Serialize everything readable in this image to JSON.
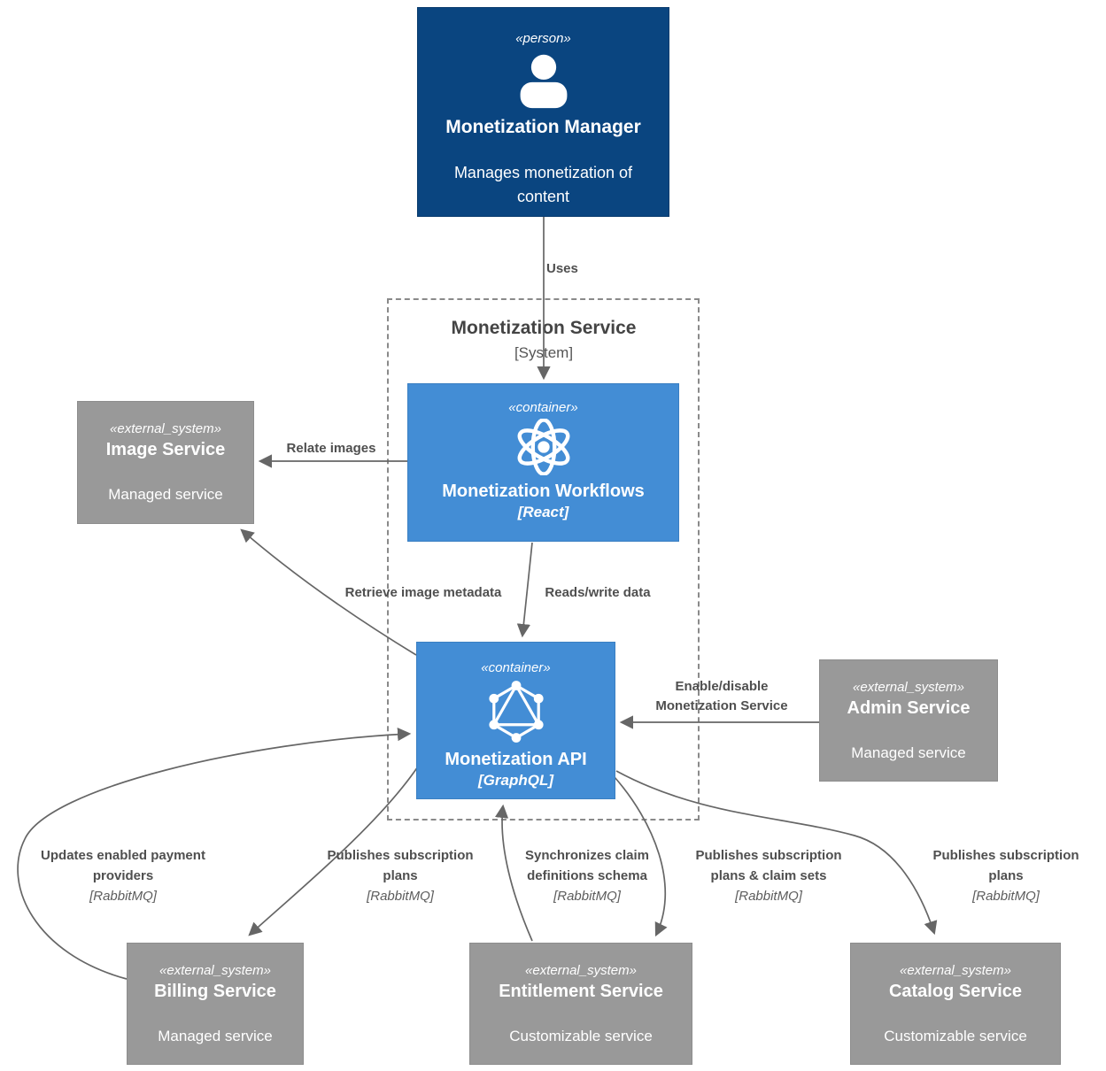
{
  "diagram": {
    "colors": {
      "person": "#0a4580",
      "container": "#438dd5",
      "external": "#999999",
      "line": "#666666",
      "label": "#4f4f4f"
    },
    "person": {
      "stereotype": "«person»",
      "name": "Monetization Manager",
      "description": "Manages monetization of content"
    },
    "boundary": {
      "title": "Monetization Service",
      "subtitle": "[System]"
    },
    "workflows": {
      "stereotype": "«container»",
      "name": "Monetization Workflows",
      "tech": "[React]"
    },
    "api": {
      "stereotype": "«container»",
      "name": "Monetization API",
      "tech": "[GraphQL]"
    },
    "image_service": {
      "stereotype": "«external_system»",
      "name": "Image Service",
      "description": "Managed service"
    },
    "admin_service": {
      "stereotype": "«external_system»",
      "name": "Admin Service",
      "description": "Managed service"
    },
    "billing_service": {
      "stereotype": "«external_system»",
      "name": "Billing Service",
      "description": "Managed service"
    },
    "entitlement_service": {
      "stereotype": "«external_system»",
      "name": "Entitlement Service",
      "description": "Customizable service"
    },
    "catalog_service": {
      "stereotype": "«external_system»",
      "name": "Catalog Service",
      "description": "Customizable service"
    },
    "relationships": {
      "uses": {
        "label": "Uses"
      },
      "relate_images": {
        "label": "Relate images"
      },
      "reads_write": {
        "label": "Reads/write data"
      },
      "retrieve_metadata": {
        "label": "Retrieve image metadata"
      },
      "enable_disable": {
        "line1": "Enable/disable",
        "line2": "Monetization Service"
      },
      "updates_payment": {
        "line1": "Updates enabled payment",
        "line2": "providers",
        "tech": "[RabbitMQ]"
      },
      "publish_plans_billing": {
        "line1": "Publishes subscription",
        "line2": "plans",
        "tech": "[RabbitMQ]"
      },
      "sync_claims": {
        "line1": "Synchronizes claim",
        "line2": "definitions schema",
        "tech": "[RabbitMQ]"
      },
      "publish_plans_claims": {
        "line1": "Publishes subscription",
        "line2": "plans & claim sets",
        "tech": "[RabbitMQ]"
      },
      "publish_plans_catalog": {
        "line1": "Publishes subscription",
        "line2": "plans",
        "tech": "[RabbitMQ]"
      }
    }
  }
}
